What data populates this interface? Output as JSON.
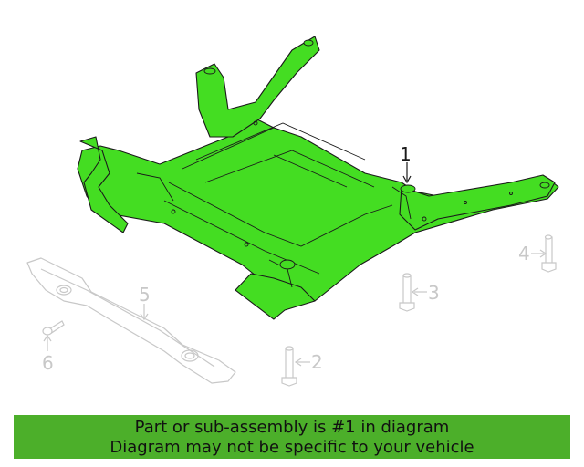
{
  "diagram": {
    "callouts": [
      {
        "number": "1",
        "highlighted": true
      },
      {
        "number": "2",
        "highlighted": false
      },
      {
        "number": "3",
        "highlighted": false
      },
      {
        "number": "4",
        "highlighted": false
      },
      {
        "number": "5",
        "highlighted": false
      },
      {
        "number": "6",
        "highlighted": false
      }
    ],
    "colors": {
      "highlight_fill": "#44dd22",
      "highlight_stroke": "#1a1a1a",
      "ghost_stroke": "#c8c8c8",
      "banner_bg": "#4caf2a"
    }
  },
  "banner": {
    "line1": "Part or sub-assembly is #1 in diagram",
    "line2": "Diagram may not be specific to your vehicle"
  }
}
